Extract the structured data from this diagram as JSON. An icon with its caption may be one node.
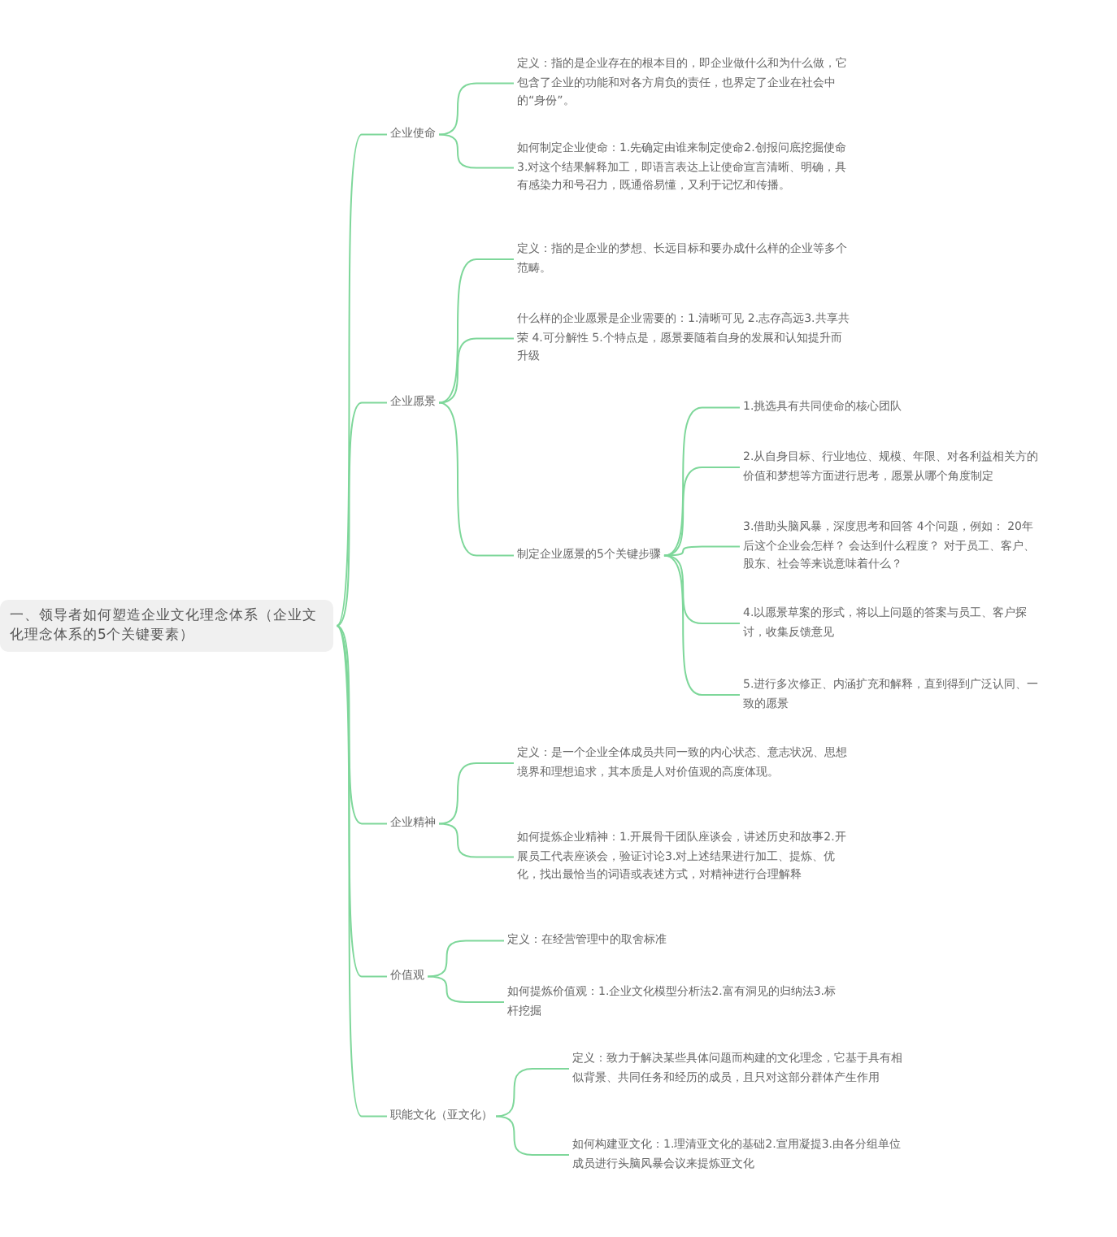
{
  "diagram": {
    "nodes": [
      {
        "text": [
          "一、领导者如何塑造企业文化理念体系（企业文化理念体系的5个关键要素）"
        ]
      },
      {
        "text": [
          "企业使命"
        ]
      },
      {
        "text": [
          "定义：指的是企业存在的根本目的，即企业做什么和为什么做，它包含了企业的功能和对各方肩负的责任，也界定了企业在社会中的“身份”。"
        ]
      },
      {
        "text": [
          "如何制定企业使命：1.先确定由谁来制定使命2.创报问底挖掘使命3.对这个结果解释加工，即语言表达上让使命宣言清晰、明确，具有感染力和号召力，既通俗易懂，又利于记忆和传播。"
        ]
      },
      {
        "text": [
          "企业愿景"
        ]
      },
      {
        "text": [
          "定义：指的是企业的梦想、长远目标和要办成什么样的企业等多个范畴。"
        ]
      },
      {
        "text": [
          "什么样的企业愿景是企业需要的：1.清晰可见 2.志存高远3.共享共荣 4.可分解性 5.个特点是，愿景要随着自身的发展和认知提升而升级"
        ]
      },
      {
        "text": [
          "制定企业愿景的5个关键步骤"
        ]
      },
      {
        "text": [
          "1.挑选具有共同使命的核心团队"
        ]
      },
      {
        "text": [
          "2.从自身目标、行业地位、规模、年限、对各利益相关方的价值和梦想等方面进行思考，愿景从哪个角度制定"
        ]
      },
      {
        "text": [
          "3.借助头脑风暴，深度思考和回答 4个问题，例如： 20年后这个企业会怎样？ 会达到什么程度？ 对于员工、客户、股东、社会等来说意味着什么？"
        ]
      },
      {
        "text": [
          "4.以愿景草案的形式，将以上问题的答案与员工、客户探讨，收集反馈意见"
        ]
      },
      {
        "text": [
          "5.进行多次修正、内涵扩充和解释，直到得到广泛认同、一致的愿景"
        ]
      },
      {
        "text": [
          "企业精神"
        ]
      },
      {
        "text": [
          "定义：是一个企业全体成员共同一致的内心状态、意志状况、思想境界和理想追求，其本质是人对价值观的高度体现。"
        ]
      },
      {
        "text": [
          "如何提炼企业精神：1.开展骨干团队座谈会，讲述历史和故事2.开展员工代表座谈会，验证讨论3.对上述结果进行加工、提炼、优化，找出最恰当的词语或表述方式，对精神进行合理解释"
        ]
      },
      {
        "text": [
          "价值观"
        ]
      },
      {
        "text": [
          "定义：在经营管理中的取舍标准"
        ]
      },
      {
        "text": [
          "如何提炼价值观：1.企业文化模型分析法2.富有洞见的归纳法3.标杆挖掘"
        ]
      },
      {
        "text": [
          "职能文化（亚文化）"
        ]
      },
      {
        "text": [
          "定义：致力于解决某些具体问题而构建的文化理念，它基于具有相似背景、共同任务和经历的成员，且只对这部分群体产生作用"
        ]
      },
      {
        "text": [
          "如何构建亚文化：1.理清亚文化的基础2.宣用凝提3.由各分组单位成员进行头脑风暴会议来提炼亚文化"
        ]
      }
    ],
    "edges": [
      {
        "from": 0,
        "to": 1,
        "arrow": "none"
      },
      {
        "from": 1,
        "to": 2,
        "arrow": "none"
      },
      {
        "from": 1,
        "to": 3,
        "arrow": "none"
      },
      {
        "from": 0,
        "to": 4,
        "arrow": "none"
      },
      {
        "from": 4,
        "to": 5,
        "arrow": "none"
      },
      {
        "from": 4,
        "to": 6,
        "arrow": "none"
      },
      {
        "from": 4,
        "to": 7,
        "arrow": "none"
      },
      {
        "from": 7,
        "to": 8,
        "arrow": "none"
      },
      {
        "from": 7,
        "to": 9,
        "arrow": "none"
      },
      {
        "from": 7,
        "to": 10,
        "arrow": "none"
      },
      {
        "from": 7,
        "to": 11,
        "arrow": "none"
      },
      {
        "from": 7,
        "to": 12,
        "arrow": "none"
      },
      {
        "from": 0,
        "to": 13,
        "arrow": "none"
      },
      {
        "from": 13,
        "to": 14,
        "arrow": "none"
      },
      {
        "from": 13,
        "to": 15,
        "arrow": "none"
      },
      {
        "from": 0,
        "to": 16,
        "arrow": "none"
      },
      {
        "from": 16,
        "to": 17,
        "arrow": "none"
      },
      {
        "from": 16,
        "to": 18,
        "arrow": "none"
      },
      {
        "from": 0,
        "to": 19,
        "arrow": "none"
      },
      {
        "from": 19,
        "to": 20,
        "arrow": "none"
      },
      {
        "from": 19,
        "to": 21,
        "arrow": "none"
      }
    ]
  }
}
